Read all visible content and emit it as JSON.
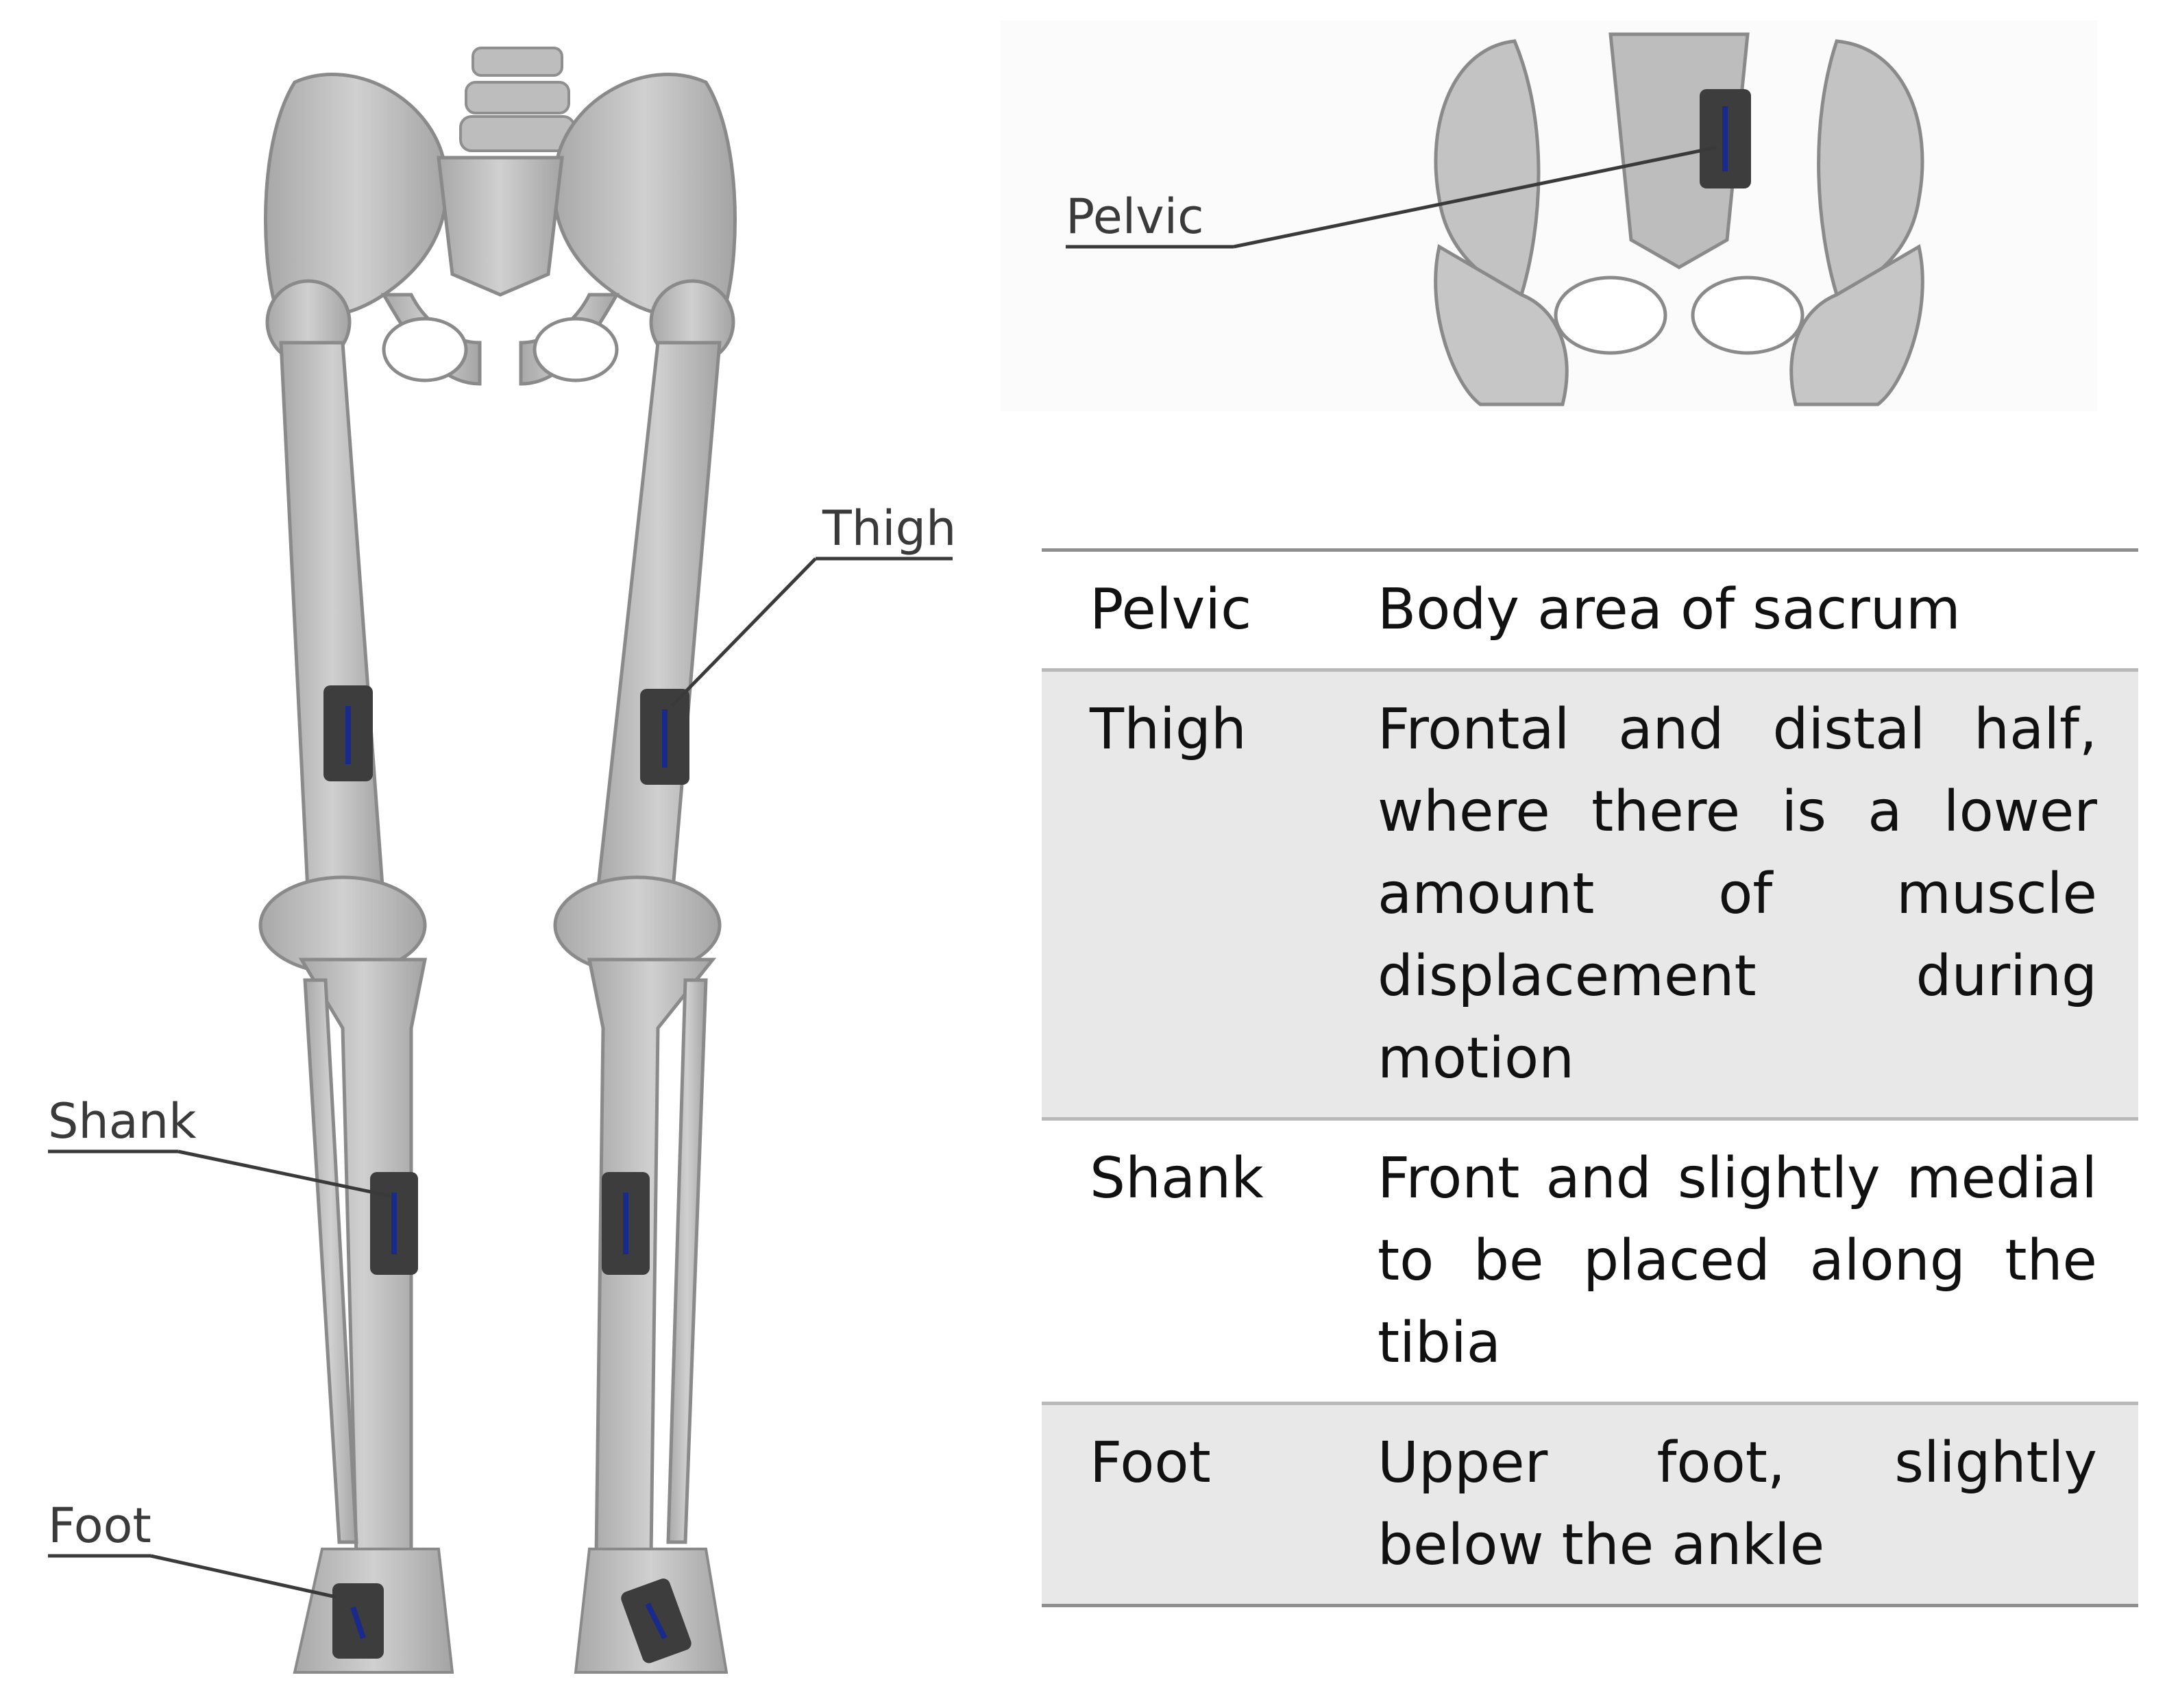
{
  "labels": {
    "thigh": "Thigh",
    "shank": "Shank",
    "foot": "Foot",
    "pelvic": "Pelvic"
  },
  "table": {
    "rows": [
      {
        "segment": "Pelvic",
        "description": "Body area of sacrum",
        "shaded": false
      },
      {
        "segment": "Thigh",
        "description": "Frontal and distal half, where there is a lower amount of muscle displacement during motion",
        "shaded": true
      },
      {
        "segment": "Shank",
        "description": "Front and slightly medial to be placed along the tibia",
        "shaded": false
      },
      {
        "segment": "Foot",
        "description": "Upper foot, slightly below the ankle",
        "shaded": true
      }
    ]
  },
  "colors": {
    "bone": "#c4c4c4",
    "bone_dark": "#9c9c9c",
    "sensor": "#3d3d3d",
    "sensor_arrow": "#1a2a8a",
    "leader": "#3a3a3a"
  }
}
